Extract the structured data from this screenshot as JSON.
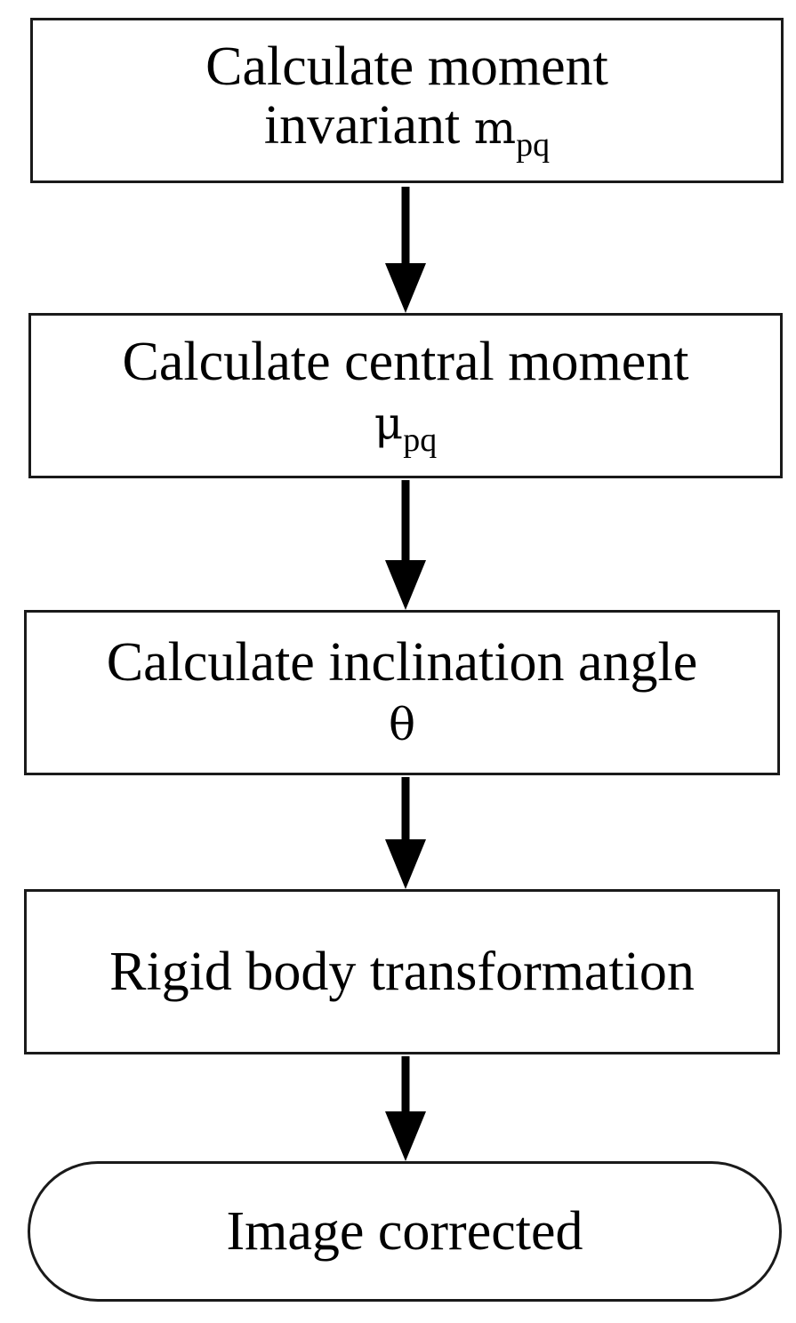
{
  "steps": [
    {
      "line1": "Calculate moment",
      "line2": "invariant",
      "symbol": "m",
      "subscript": "pq"
    },
    {
      "line1": "Calculate central moment",
      "symbol": "μ",
      "subscript": "pq"
    },
    {
      "line1": "Calculate inclination angle",
      "symbol": "θ"
    },
    {
      "line1": "Rigid body transformation"
    },
    {
      "line1": "Image corrected"
    }
  ]
}
